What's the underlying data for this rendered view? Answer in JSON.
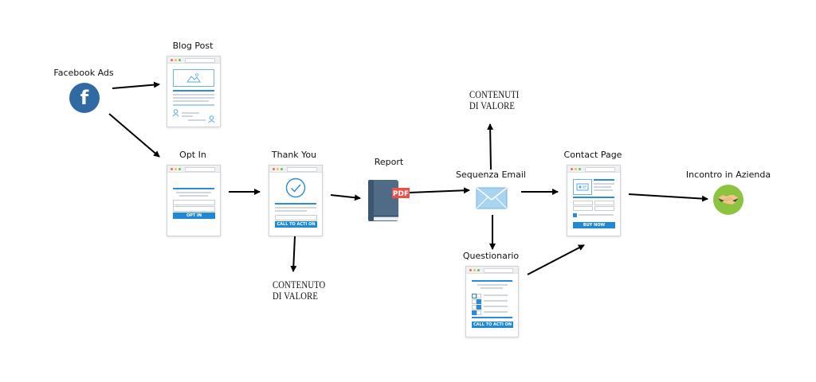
{
  "nodes": {
    "facebook_ads": "Facebook Ads",
    "blog_post": "Blog Post",
    "opt_in": "Opt In",
    "thank_you": "Thank You",
    "report": "Report",
    "sequenza_email": "Sequenza Email",
    "contact_page": "Contact Page",
    "incontro": "Incontro in Azienda",
    "questionario": "Questionario"
  },
  "notes": {
    "contenuti_line1": "CONTENUTI",
    "contenuti_line2": "DI VALORE",
    "contenuto_line1": "CONTENUTO",
    "contenuto_line2": "DI VALORE"
  },
  "buttons": {
    "opt_in": "OPT IN",
    "thank_you_cta": "CALL TO ACTI ON",
    "questionario_cta": "CALL TO ACTI ON",
    "contact_buy": "BUY NOW"
  },
  "badges": {
    "pdf": "PDF",
    "facebook_letter": "f"
  },
  "colors": {
    "facebook": "#2f6aa3",
    "accent_blue": "#1e88d9",
    "book": "#4f6b86",
    "pdf_red": "#e8524a",
    "handshake_green": "#8cc43f",
    "envelope": "#a8d4f0"
  }
}
